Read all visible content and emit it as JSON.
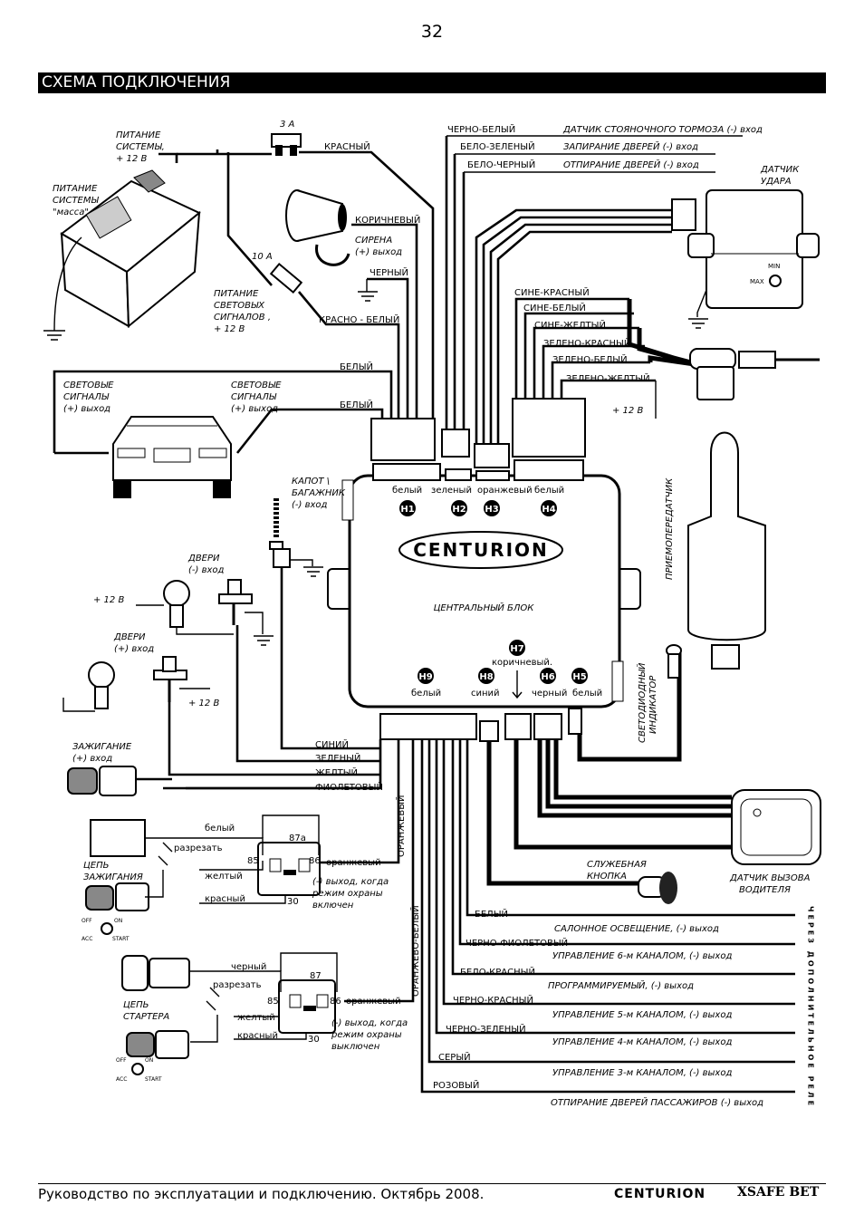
{
  "page_number": "32",
  "title": "СХЕМА ПОДКЛЮЧЕНИЯ",
  "brand": "CENTURION",
  "central_block": "ЦЕНТРАЛЬНЫЙ БЛОК",
  "connectors": {
    "h1": "H1",
    "h2": "H2",
    "h3": "H3",
    "h4": "H4",
    "h5": "H5",
    "h6": "H6",
    "h7": "H7",
    "h8": "H8",
    "h9": "H9",
    "top_white": "белый",
    "top_green": "зеленый",
    "top_orange": "оранжевый",
    "top_white2": "белый",
    "bot_white": "белый",
    "bot_blue": "синий",
    "bot_brown": "коричневый.",
    "bot_black": "черный",
    "bot_white2": "белый"
  },
  "left": {
    "fuse3a": "3 А",
    "fuse10a": "10 А",
    "power_system": [
      "ПИТАНИЕ",
      "СИСТЕМЫ,",
      "+ 12 В"
    ],
    "power_ground": [
      "ПИТАНИЕ",
      "СИСТЕМЫ",
      "\"масса\""
    ],
    "red": "КРАСНЫЙ",
    "brown": "КОРИЧНЕВЫЙ",
    "siren": [
      "СИРЕНА",
      "(+) выход"
    ],
    "black": "ЧЕРНЫЙ",
    "power_lights": [
      "ПИТАНИЕ",
      "СВЕТОВЫХ",
      "СИГНАЛОВ ,",
      "+ 12 В"
    ],
    "red_white": "КРАСНО - БЕЛЫЙ",
    "white1": "БЕЛЫЙ",
    "white2": "БЕЛЫЙ",
    "lights_left": [
      "СВЕТОВЫЕ",
      "СИГНАЛЫ",
      "(+) выход"
    ],
    "lights_right": [
      "СВЕТОВЫЕ",
      "СИГНАЛЫ",
      "(+) выход"
    ],
    "hood": [
      "КАПОТ \\",
      "БАГАЖНИК",
      "(-) вход"
    ],
    "doors_minus": [
      "ДВЕРИ",
      "(-) вход"
    ],
    "plus12_a": "+ 12 В",
    "doors_plus": [
      "ДВЕРИ",
      "(+) вход"
    ],
    "plus12_b": "+ 12 В",
    "ignition": [
      "ЗАЖИГАНИЕ",
      "(+) вход"
    ],
    "blue": "СИНИЙ",
    "green": "ЗЕЛЕНЫЙ",
    "yellow": "ЖЕЛТЫЙ",
    "violet": "ФИОЛЕТОВЫЙ"
  },
  "top_right": {
    "black_white": "ЧЕРНО-БЕЛЫЙ",
    "parking_brake": "ДАТЧИК СТОЯНОЧНОГО ТОРМОЗА (-) вход",
    "white_green": "БЕЛО-ЗЕЛЕНЫЙ",
    "lock": "ЗАПИРАНИЕ ДВЕРЕЙ (-) вход",
    "white_black": "БЕЛО-ЧЕРНЫЙ",
    "unlock": "ОТПИРАНИЕ ДВЕРЕЙ (-) вход",
    "shock": [
      "ДАТЧИК",
      "УДАРА"
    ],
    "min": "MIN",
    "max": "MAX",
    "blue_red": "СИНЕ-КРАСНЫЙ",
    "blue_white": "СИНЕ-БЕЛЫЙ",
    "blue_yellow": "СИНЕ-ЖЕЛТЫЙ",
    "green_red": "ЗЕЛЕНО-КРАСНЫЙ",
    "green_white": "ЗЕЛЕНО-БЕЛЫЙ",
    "green_yellow": "ЗЕЛЕНО-ЖЕЛТЫЙ",
    "plus12": "+ 12 В",
    "transceiver": "ПРИЕМОПЕРЕДАТЧИК",
    "led": [
      "СВЕТОДИОДНЫЙ",
      "ИНДИКАТОР"
    ]
  },
  "relays": {
    "white": "белый",
    "cut1": "разрезать",
    "yellow1": "желтый",
    "red1": "красный",
    "ign_circuit": [
      "ЦЕПЬ",
      "ЗАЖИГАНИЯ"
    ],
    "r85": "85",
    "r86": "86",
    "r87a": "87а",
    "r30": "30",
    "orange1": "оранжевый",
    "note1": [
      "(-) выход, когда",
      "режим охраны",
      "включен"
    ],
    "orange_v": "ОРАНЖЕВЫЙ",
    "orange_white_v": "ОРАНЖЕВО-БЕЛЫЙ",
    "black": "черный",
    "cut2": "разрезать",
    "yellow2": "желтый",
    "red2": "красный",
    "start_circuit": [
      "ЦЕПЬ",
      "СТАРТЕРА"
    ],
    "s85": "85",
    "s86": "86",
    "s87": "87",
    "s30": "30",
    "orange2": "оранжевый",
    "note2": [
      "(-) выход, когда",
      "режим охраны",
      "выключен"
    ],
    "off": "OFF",
    "on": "ON",
    "acc": "ACC",
    "start": "START"
  },
  "outputs": {
    "service_btn": [
      "СЛУЖЕБНАЯ",
      "КНОПКА"
    ],
    "driver_call": [
      "ДАТЧИК ВЫЗОВА",
      "ВОДИТЕЛЯ"
    ],
    "white": "БЕЛЫЙ",
    "interior": "САЛОННОЕ ОСВЕЩЕНИЕ,  (-) выход",
    "black_violet": "ЧЕРНО-ФИОЛЕТОВЫЙ",
    "ch6": "УПРАВЛЕНИЕ 6-м КАНАЛОМ,  (-) выход",
    "white_red": "БЕЛО-КРАСНЫЙ",
    "prog": "ПРОГРАММИРУЕМЫЙ,  (-) выход",
    "black_red": "ЧЕРНО-КРАСНЫЙ",
    "ch5": "УПРАВЛЕНИЕ 5-м КАНАЛОМ,  (-) выход",
    "black_green": "ЧЕРНО-ЗЕЛЕНЫЙ",
    "ch4": "УПРАВЛЕНИЕ 4-м КАНАЛОМ,  (-) выход",
    "grey": "СЕРЫЙ",
    "ch3": "УПРАВЛЕНИЕ 3-м КАНАЛОМ,  (-) выход",
    "pink": "РОЗОВЫЙ",
    "pass_unlock": "ОТПИРАНИЕ ДВЕРЕЙ ПАССАЖИРОВ (-) выход",
    "via_relay": "ЧЕРЕЗ ДОПОЛНИТЕЛЬНОЕ РЕЛЕ"
  },
  "footer": {
    "text": "Руководство по эксплуатации и подключению. Октябрь 2008.",
    "brand": "CENTURION",
    "model": "XSAFE BET"
  }
}
